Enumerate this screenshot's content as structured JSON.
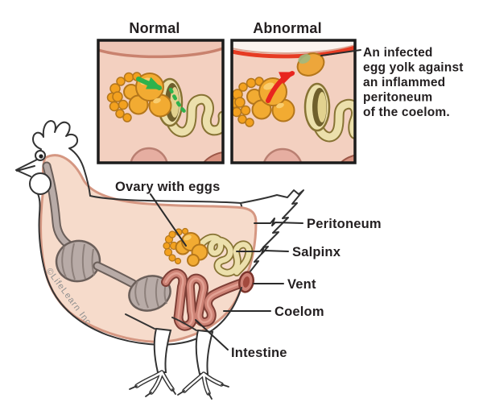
{
  "titles": {
    "normal": "Normal",
    "abnormal": "Abnormal"
  },
  "annotation": {
    "lines": [
      "An infected",
      "egg yolk against",
      "an inflammed",
      "peritoneum",
      "of the coelom."
    ]
  },
  "labels": {
    "ovary": "Ovary with eggs",
    "peritoneum": "Peritoneum",
    "salpinx": "Salpinx",
    "vent": "Vent",
    "coelom": "Coelom",
    "intestine": "Intestine"
  },
  "watermark": "©LifeLearn Inc.",
  "colors": {
    "body_fill": "#f6dbcb",
    "panel_fill": "#f3d0c0",
    "body_outline": "#d59782",
    "ink": "#2b2b2b",
    "normal_green": "#2eb24c",
    "abnormal_red": "#e8251f",
    "inflamed_red": "#e63b23",
    "yolk_orange": "#f2ab32",
    "follicle_orange": "#f3a11f",
    "salpinx_cream": "#ece0ac",
    "salpinx_outline": "#877334",
    "intestine_rose": "#cd8275",
    "intestine_outline": "#7e3f36",
    "organ_gray": "#b8aba7",
    "organ_gray_outline": "#6b5f5a",
    "watermark_gray": "#8f8f8f"
  }
}
